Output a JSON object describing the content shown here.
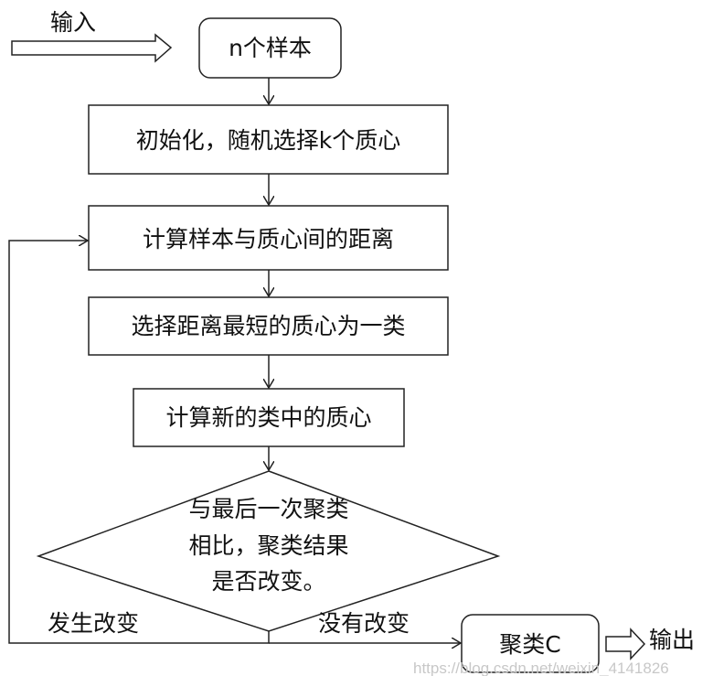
{
  "input_label": "输入",
  "start_node": "n个样本",
  "steps": [
    "初始化，随机选择k个质心",
    "计算样本与质心间的距离",
    "选择距离最短的质心为一类",
    "计算新的类中的质心"
  ],
  "decision": [
    "与最后一次聚类",
    "相比，聚类结果",
    "是否改变。"
  ],
  "branch_changed": "发生改变",
  "branch_unchanged": "没有改变",
  "end_node": "聚类C",
  "output_label": "输出",
  "watermark": "https://blog.csdn.net/weixin_4141826"
}
